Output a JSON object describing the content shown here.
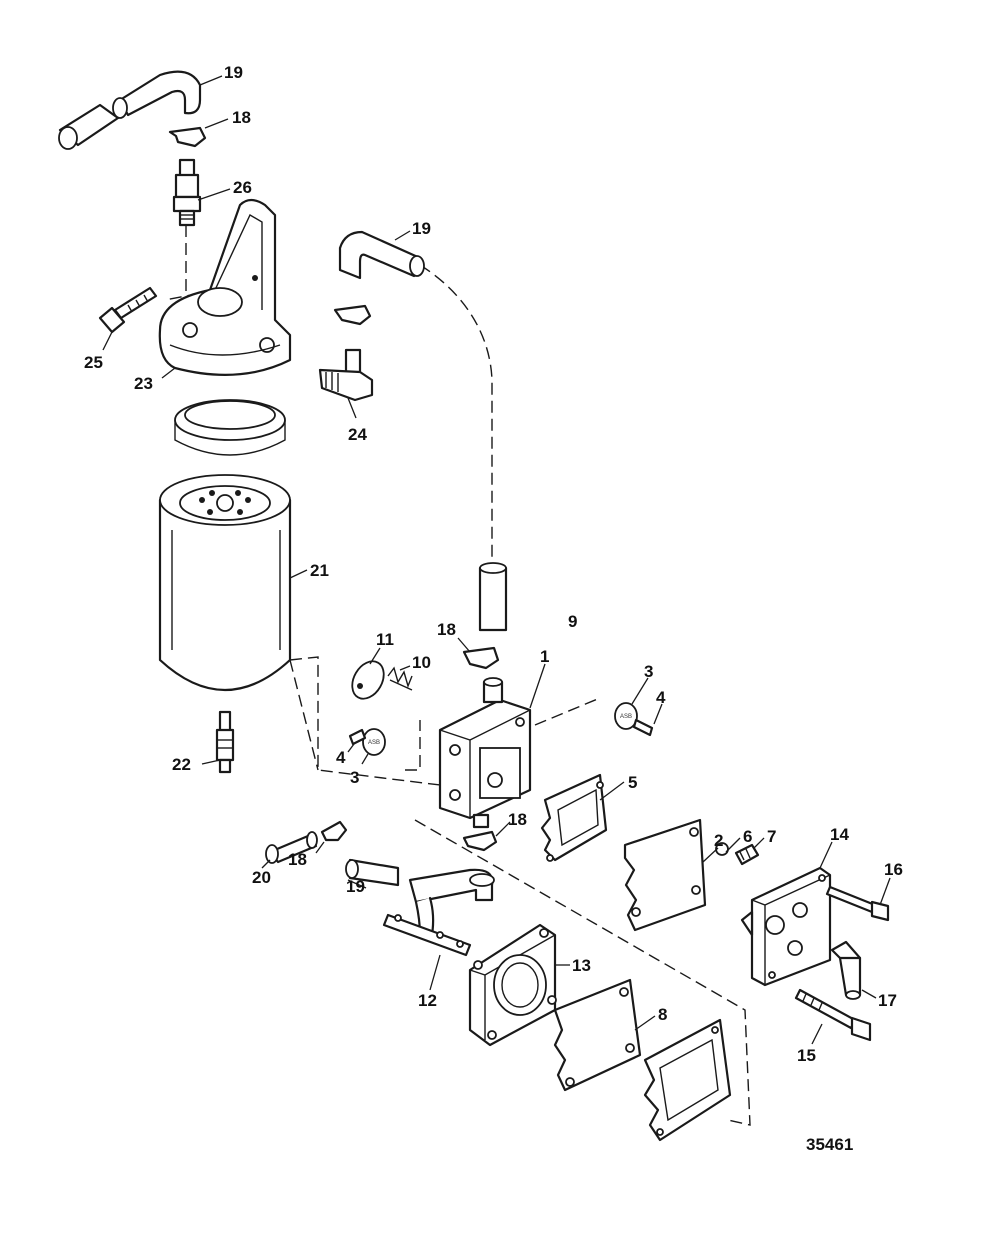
{
  "drawing_number": "35461",
  "callouts": [
    {
      "id": "c19a",
      "label": "19"
    },
    {
      "id": "c18a",
      "label": "18"
    },
    {
      "id": "c26",
      "label": "26"
    },
    {
      "id": "c19b",
      "label": "19"
    },
    {
      "id": "c25",
      "label": "25"
    },
    {
      "id": "c23",
      "label": "23"
    },
    {
      "id": "c24",
      "label": "24"
    },
    {
      "id": "c21",
      "label": "21"
    },
    {
      "id": "c9",
      "label": "9"
    },
    {
      "id": "c18b",
      "label": "18"
    },
    {
      "id": "c1",
      "label": "1"
    },
    {
      "id": "c11",
      "label": "11"
    },
    {
      "id": "c10",
      "label": "10"
    },
    {
      "id": "c3a",
      "label": "3"
    },
    {
      "id": "c4a",
      "label": "4"
    },
    {
      "id": "c4b",
      "label": "4"
    },
    {
      "id": "c3b",
      "label": "3"
    },
    {
      "id": "c22",
      "label": "22"
    },
    {
      "id": "c5",
      "label": "5"
    },
    {
      "id": "c18c",
      "label": "18"
    },
    {
      "id": "c20",
      "label": "20"
    },
    {
      "id": "c18d",
      "label": "18"
    },
    {
      "id": "c2",
      "label": "2"
    },
    {
      "id": "c6",
      "label": "6"
    },
    {
      "id": "c7",
      "label": "7"
    },
    {
      "id": "c14",
      "label": "14"
    },
    {
      "id": "c16",
      "label": "16"
    },
    {
      "id": "c19c",
      "label": "19"
    },
    {
      "id": "c13",
      "label": "13"
    },
    {
      "id": "c12",
      "label": "12"
    },
    {
      "id": "c17",
      "label": "17"
    },
    {
      "id": "c8",
      "label": "8"
    },
    {
      "id": "c15",
      "label": "15"
    }
  ]
}
